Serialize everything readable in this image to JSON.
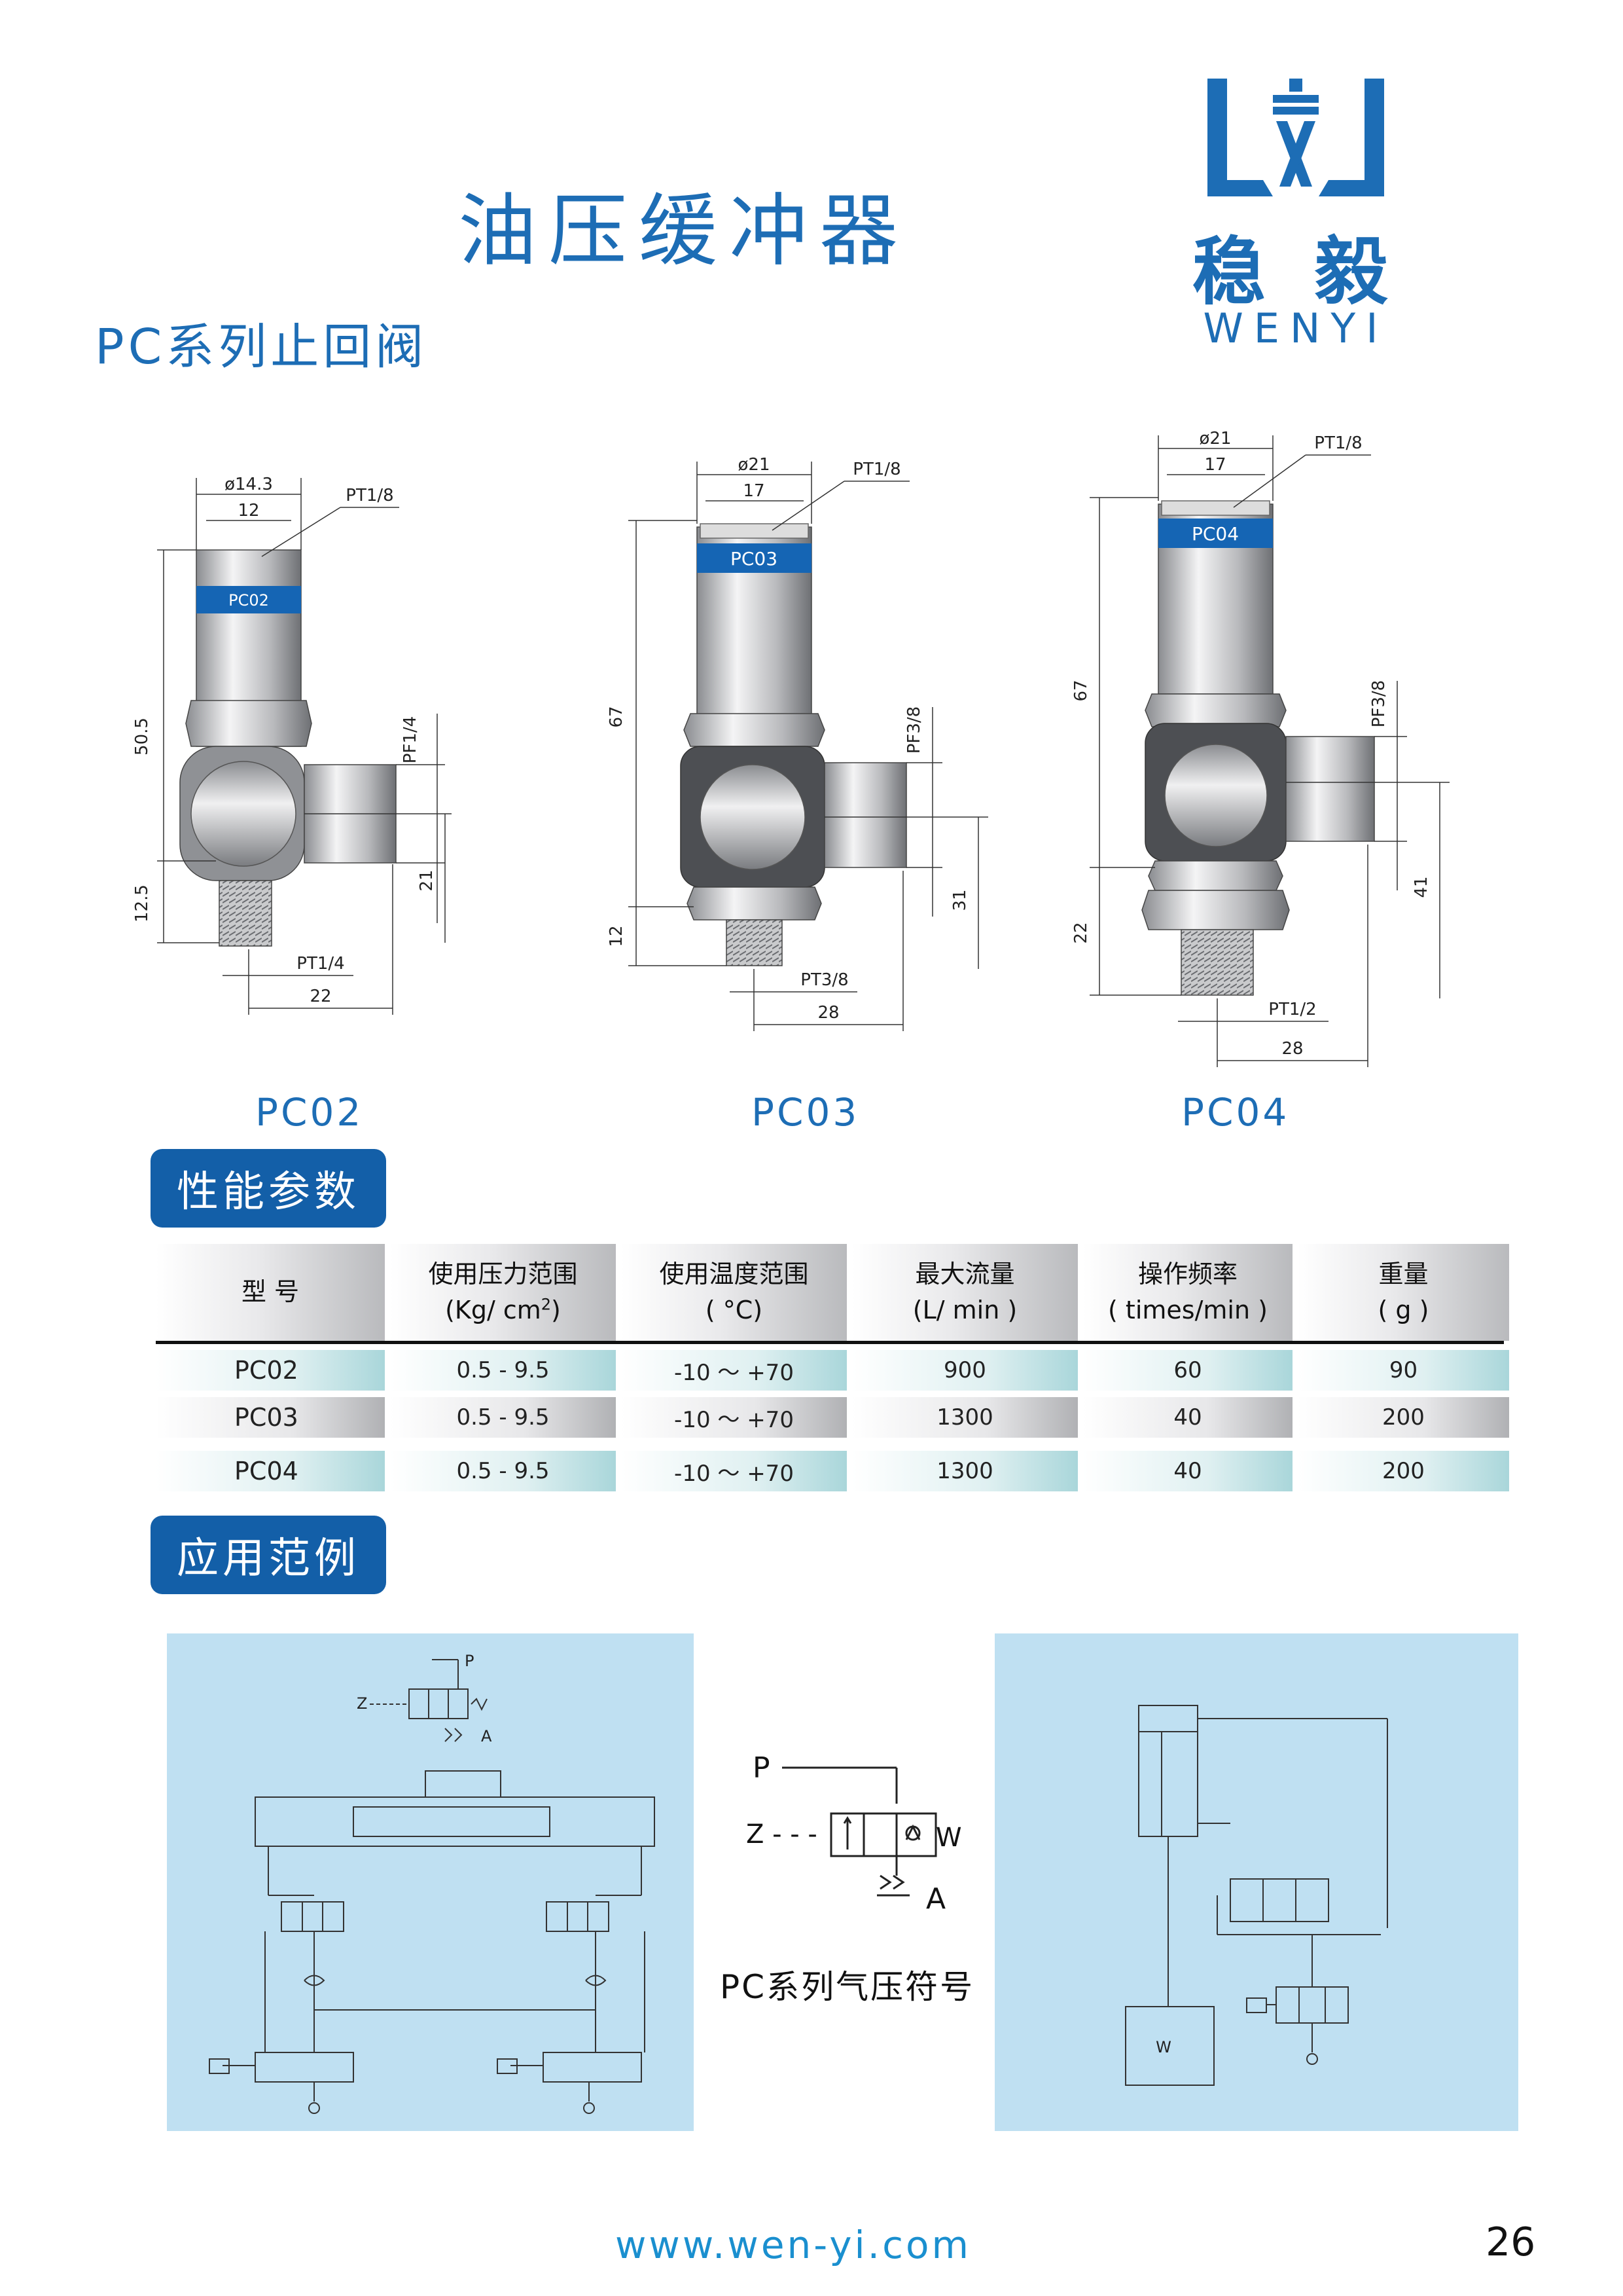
{
  "header": {
    "title": "油压缓冲器",
    "subtitle": "PC系列止回阀"
  },
  "logo": {
    "brand_cn": "稳 毅",
    "brand_en": "WENYI",
    "color": "#1d6db5"
  },
  "drawings": {
    "pc02": {
      "caption": "PC02",
      "band_label": "PC02",
      "dia_outer": "ø14.3",
      "dia_inner": "12",
      "port_top": "PT1/8",
      "port_side": "PF1/4",
      "port_bottom": "PT1/4",
      "height_main": "50.5",
      "height_bottom": "12.5",
      "side_height": "21",
      "width": "22"
    },
    "pc03": {
      "caption": "PC03",
      "band_label": "PC03",
      "dia_outer": "ø21",
      "dia_inner": "17",
      "port_top": "PT1/8",
      "port_side": "PF3/8",
      "port_bottom": "PT3/8",
      "height_main": "67",
      "height_bottom": "12",
      "side_height": "31",
      "width": "28"
    },
    "pc04": {
      "caption": "PC04",
      "band_label": "PC04",
      "dia_outer": "ø21",
      "dia_inner": "17",
      "port_top": "PT1/8",
      "port_side": "PF3/8",
      "port_bottom": "PT1/2",
      "height_main": "67",
      "height_bottom": "22",
      "side_height": "41",
      "width": "28"
    }
  },
  "performance": {
    "section_title": "性能参数",
    "headers": [
      {
        "line1": "型  号",
        "line2": ""
      },
      {
        "line1": "使用压力范围",
        "line2": "(Kg/ cm",
        "sup": "2",
        "line2_end": ")"
      },
      {
        "line1": "使用温度范围",
        "line2": "( °C)"
      },
      {
        "line1": "最大流量",
        "line2": "(L/ min )"
      },
      {
        "line1": "操作频率",
        "line2": "( times/min )"
      },
      {
        "line1": "重量",
        "line2": "( g )"
      }
    ],
    "rows": [
      {
        "model": "PC02",
        "pressure": "0.5 - 9.5",
        "temperature": "-10 ～ +70",
        "flow": "900",
        "frequency": "60",
        "weight": "90"
      },
      {
        "model": "PC03",
        "pressure": "0.5 - 9.5",
        "temperature": "-10 ～ +70",
        "flow": "1300",
        "frequency": "40",
        "weight": "200"
      },
      {
        "model": "PC04",
        "pressure": "0.5 - 9.5",
        "temperature": "-10 ～ +70",
        "flow": "1300",
        "frequency": "40",
        "weight": "200"
      }
    ]
  },
  "application": {
    "section_title": "应用范例",
    "symbol_caption": "PC系列气压符号",
    "symbol_labels": {
      "p": "P",
      "z": "Z - - -",
      "w": "W",
      "a": "A"
    },
    "left_diagram_labels": {
      "p": "P",
      "z": "Z",
      "a": "A"
    },
    "right_diagram_labels": {
      "w": "W"
    },
    "panel_color": "#bfe0f2"
  },
  "footer": {
    "url": "www.wen-yi.com",
    "page_number": "26"
  }
}
